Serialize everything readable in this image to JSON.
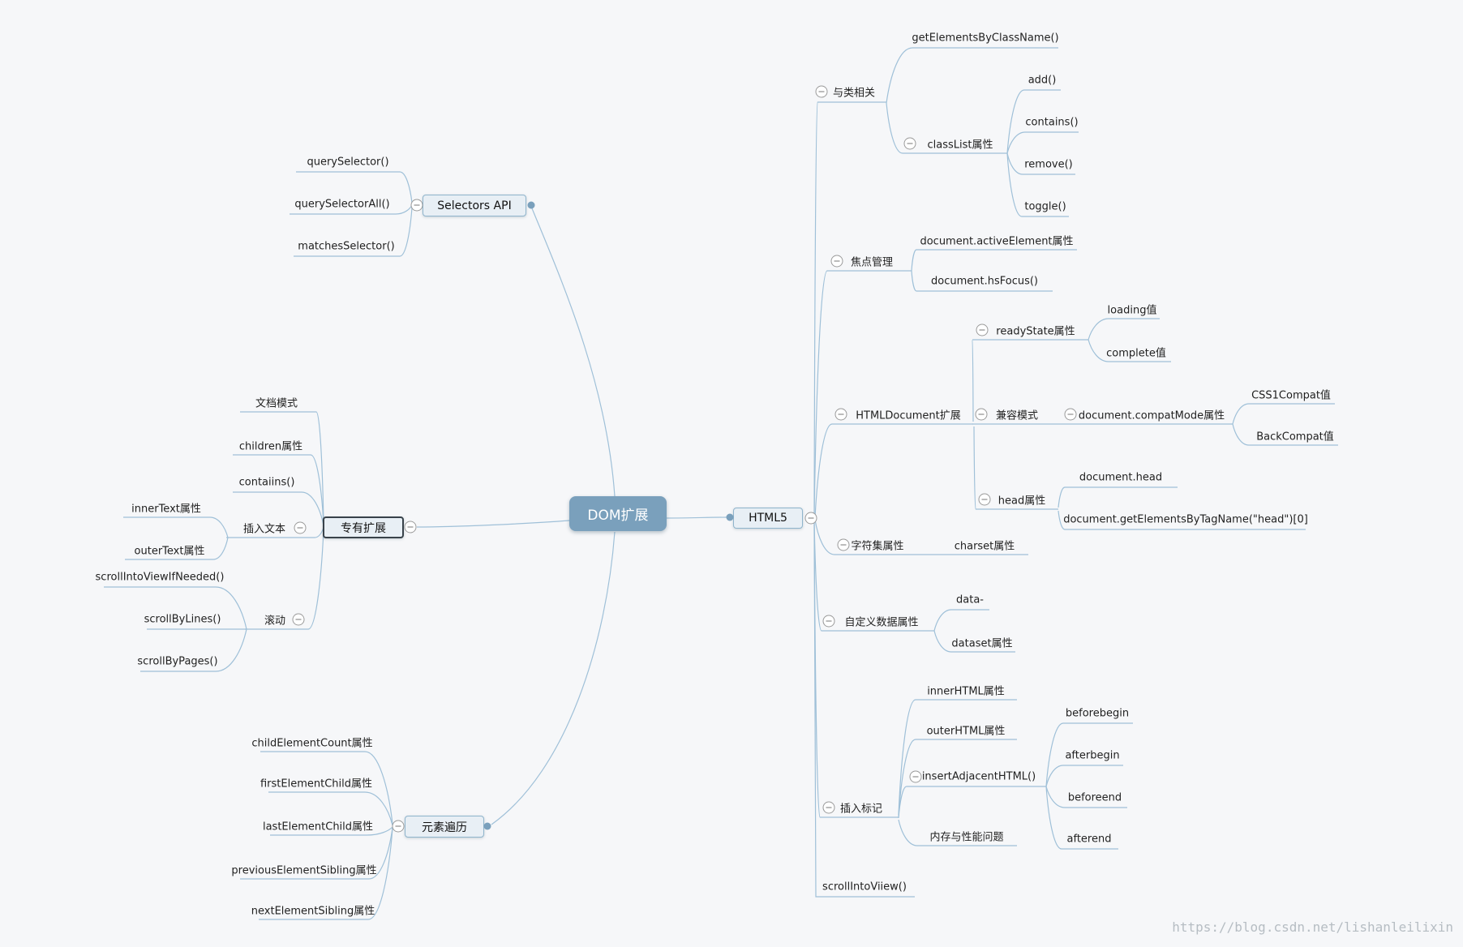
{
  "root": {
    "label": "DOM扩展"
  },
  "selectors_api": {
    "label": "Selectors API",
    "query_selector": "querySelector()",
    "query_selector_all": "querySelectorAll()",
    "matches_selector": "matchesSelector()"
  },
  "proprietary": {
    "label": "专有扩展",
    "doc_mode": "文档模式",
    "children_prop": "children属性",
    "contains": "contaiins()",
    "insert_text": {
      "label": "插入文本",
      "inner_text": "innerText属性",
      "outer_text": "outerText属性"
    },
    "scroll": {
      "label": "滚动",
      "scroll_into_view_if_needed": "scrollIntoViewIfNeeded()",
      "scroll_by_lines": "scrollByLines()",
      "scroll_by_pages": "scrollByPages()"
    }
  },
  "element_traversal": {
    "label": "元素遍历",
    "child_element_count": "childElementCount属性",
    "first_element_child": "firstElementChild属性",
    "last_element_child": "lastElementChild属性",
    "previous_element_sibling": "previousElementSibling属性",
    "next_element_sibling": "nextElementSibling属性"
  },
  "html5": {
    "label": "HTML5",
    "class_related": {
      "label": "与类相关",
      "get_elements_by_class_name": "getElementsByClassName()",
      "class_list": {
        "label": "classList属性",
        "add": "add()",
        "contains": "contains()",
        "remove": "remove()",
        "toggle": "toggle()"
      }
    },
    "focus_management": {
      "label": "焦点管理",
      "active_element": "document.activeElement属性",
      "hs_focus": "document.hsFocus()"
    },
    "html_document": {
      "label": "HTMLDocument扩展",
      "ready_state": {
        "label": "readyState属性",
        "loading": "loading值",
        "complete": "complete值"
      },
      "compat_mode": {
        "label": "兼容模式",
        "compat_mode_prop": {
          "label": "document.compatMode属性",
          "css1_compat": "CSS1Compat值",
          "back_compat": "BackCompat值"
        }
      },
      "head": {
        "label": "head属性",
        "document_head": "document.head",
        "get_by_tag_name": "document.getElementsByTagName(\"head\")[0]"
      }
    },
    "charset": {
      "label": "字符集属性",
      "charset_prop": "charset属性"
    },
    "custom_data": {
      "label": "自定义数据属性",
      "data_prefix": "data-",
      "dataset": "dataset属性"
    },
    "insert_markup": {
      "label": "插入标记",
      "inner_html": "innerHTML属性",
      "outer_html": "outerHTML属性",
      "insert_adjacent_html": {
        "label": "insertAdjacentHTML()",
        "beforebegin": "beforebegin",
        "afterbegin": "afterbegin",
        "beforeend": "beforeend",
        "afterend": "afterend"
      },
      "memory_performance": "内存与性能问题"
    },
    "scroll_into_view": "scrollIntoViiew()"
  },
  "watermark": "https://blog.csdn.net/lishanleilixin",
  "colors": {
    "background": "#f6f7f9",
    "center_node_fill": "#7aa0bc",
    "branch_line": "#9fc0d8",
    "box_fill": "#e8eff5",
    "box_border": "#8fb4cc",
    "selected_border": "#38424a",
    "watermark_text": "#b6bdc3"
  }
}
